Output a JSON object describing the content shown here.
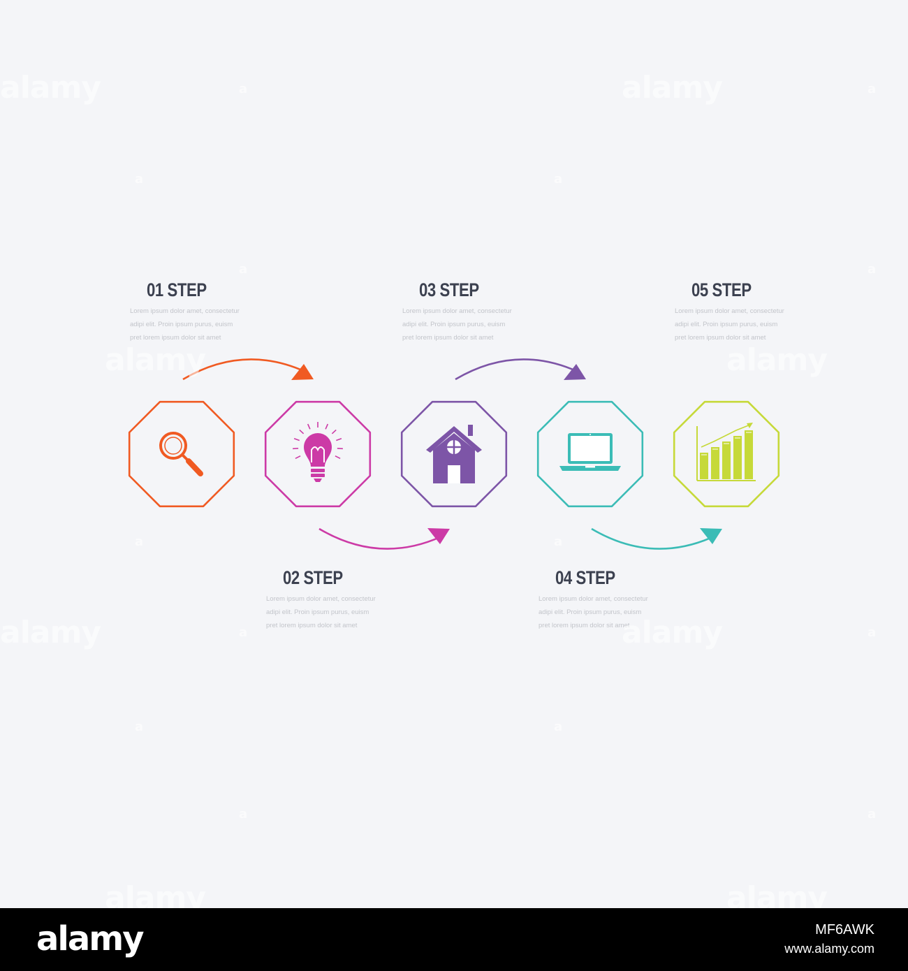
{
  "steps": [
    {
      "label": "01 STEP",
      "desc": "Lorem ipsum dolor amet, consectetur adipi elit. Proin ipsum purus, euism pret lorem ipsum dolor sit amet",
      "color": "#f05a22",
      "icon": "magnifier-icon"
    },
    {
      "label": "02 STEP",
      "desc": "Lorem ipsum dolor amet, consectetur adipi elit. Proin ipsum purus, euism pret lorem ipsum dolor sit amet",
      "color": "#cc3aa6",
      "icon": "lightbulb-icon"
    },
    {
      "label": "03 STEP",
      "desc": "Lorem ipsum dolor amet, consectetur adipi elit. Proin ipsum purus, euism pret lorem ipsum dolor sit amet",
      "color": "#7d55a7",
      "icon": "house-icon"
    },
    {
      "label": "04 STEP",
      "desc": "Lorem ipsum dolor amet, consectetur adipi elit. Proin ipsum purus, euism pret lorem ipsum dolor sit amet",
      "color": "#3bbcb6",
      "icon": "laptop-icon"
    },
    {
      "label": "05 STEP",
      "desc": "Lorem ipsum dolor amet, consectetur adipi elit. Proin ipsum purus, euism pret lorem ipsum dolor sit amet",
      "color": "#c6d939",
      "icon": "bar-chart-icon"
    }
  ],
  "watermark": {
    "brand": "alamy",
    "mark": "a"
  },
  "footer": {
    "logo": "alamy",
    "image_id": "MF6AWK",
    "url": "www.alamy.com"
  }
}
